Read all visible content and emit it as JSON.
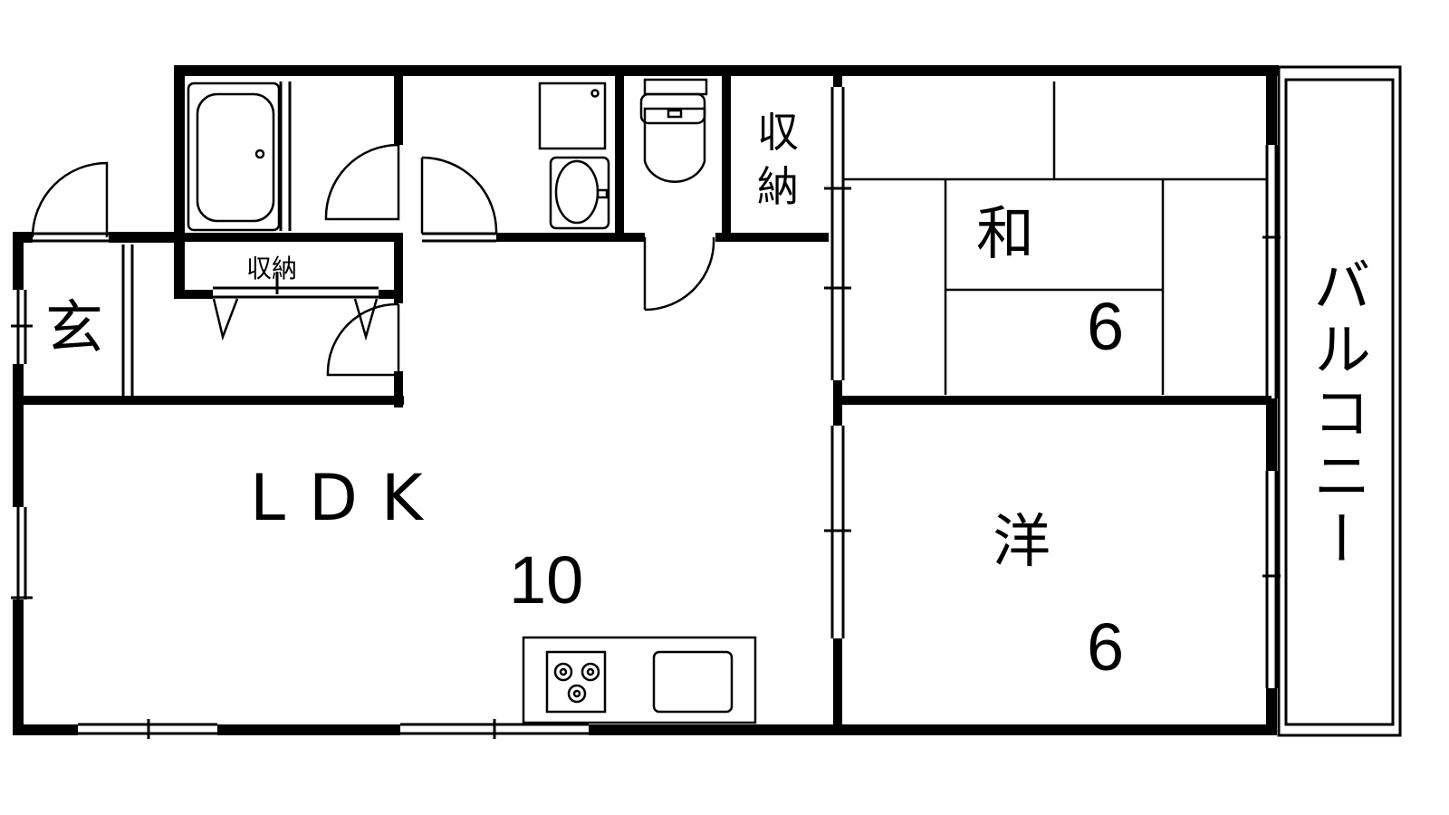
{
  "rooms": {
    "washitsu": {
      "name": "和",
      "size": "6"
    },
    "youshitsu": {
      "name": "洋",
      "size": "6"
    },
    "ldk": {
      "name": "LDK",
      "size": "10"
    },
    "genkan": {
      "name": "玄"
    },
    "balcony": {
      "name": "バルコニー"
    },
    "storage_top": {
      "name": "収納"
    },
    "storage_hall": {
      "name": "収納"
    }
  }
}
